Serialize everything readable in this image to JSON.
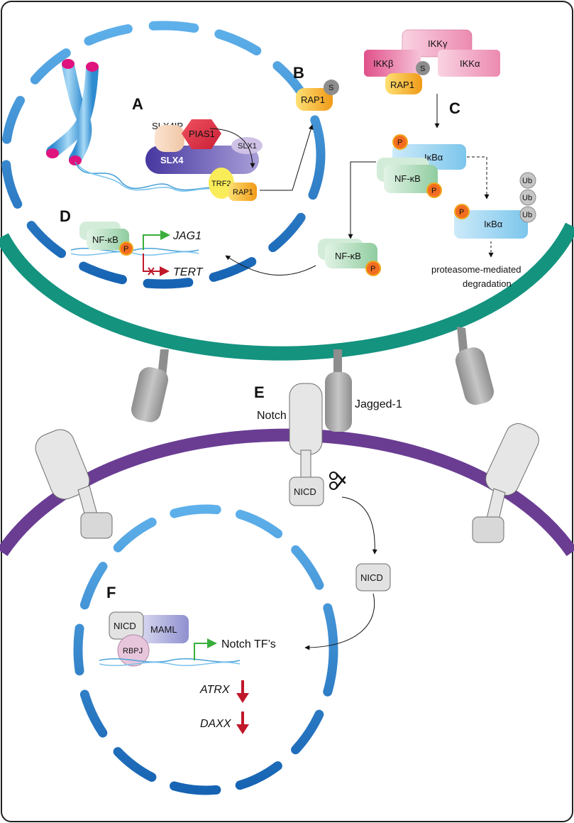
{
  "panels": {
    "a": "A",
    "b": "B",
    "c": "C",
    "d": "D",
    "e": "E",
    "f": "F"
  },
  "labels": {
    "slx4ip": "SLX4IP",
    "pias1": "PIAS1",
    "slx1": "SLX1",
    "slx4": "SLX4",
    "trf2": "TRF2",
    "rap1": "RAP1",
    "s": "S",
    "p": "P",
    "ikk_gamma": "IKKγ",
    "ikk_beta": "IKKβ",
    "ikk_alpha": "IKKα",
    "ikba": "IκBα",
    "nfkb": "NF-κB",
    "ub": "Ub",
    "degradation_line1": "proteasome-mediated",
    "degradation_line2": "degradation",
    "jag1": "JAG1",
    "tert": "TERT",
    "notch": "Notch",
    "jagged1": "Jagged-1",
    "nicd": "NICD",
    "maml": "MAML",
    "rbpj": "RBPJ",
    "notch_tfs": "Notch TF’s",
    "atrx": "ATRX",
    "daxx": "DAXX"
  },
  "colors": {
    "nuclear_envelope": "#1f78c8",
    "upper_membrane": "#14937f",
    "lower_membrane": "#6a3d93",
    "arrow_green": "#3aae3c",
    "arrow_red": "#c0182b",
    "ikk_pink": "#e46a98",
    "rap1_yellow": "#f5b521",
    "slx4_purple": "#5b4aa8",
    "pias1_red": "#e53247",
    "ikba_blue": "#8fcfee",
    "nfkb_green": "#a9d8b5",
    "chromosome_blue": "#4aa3d8"
  }
}
